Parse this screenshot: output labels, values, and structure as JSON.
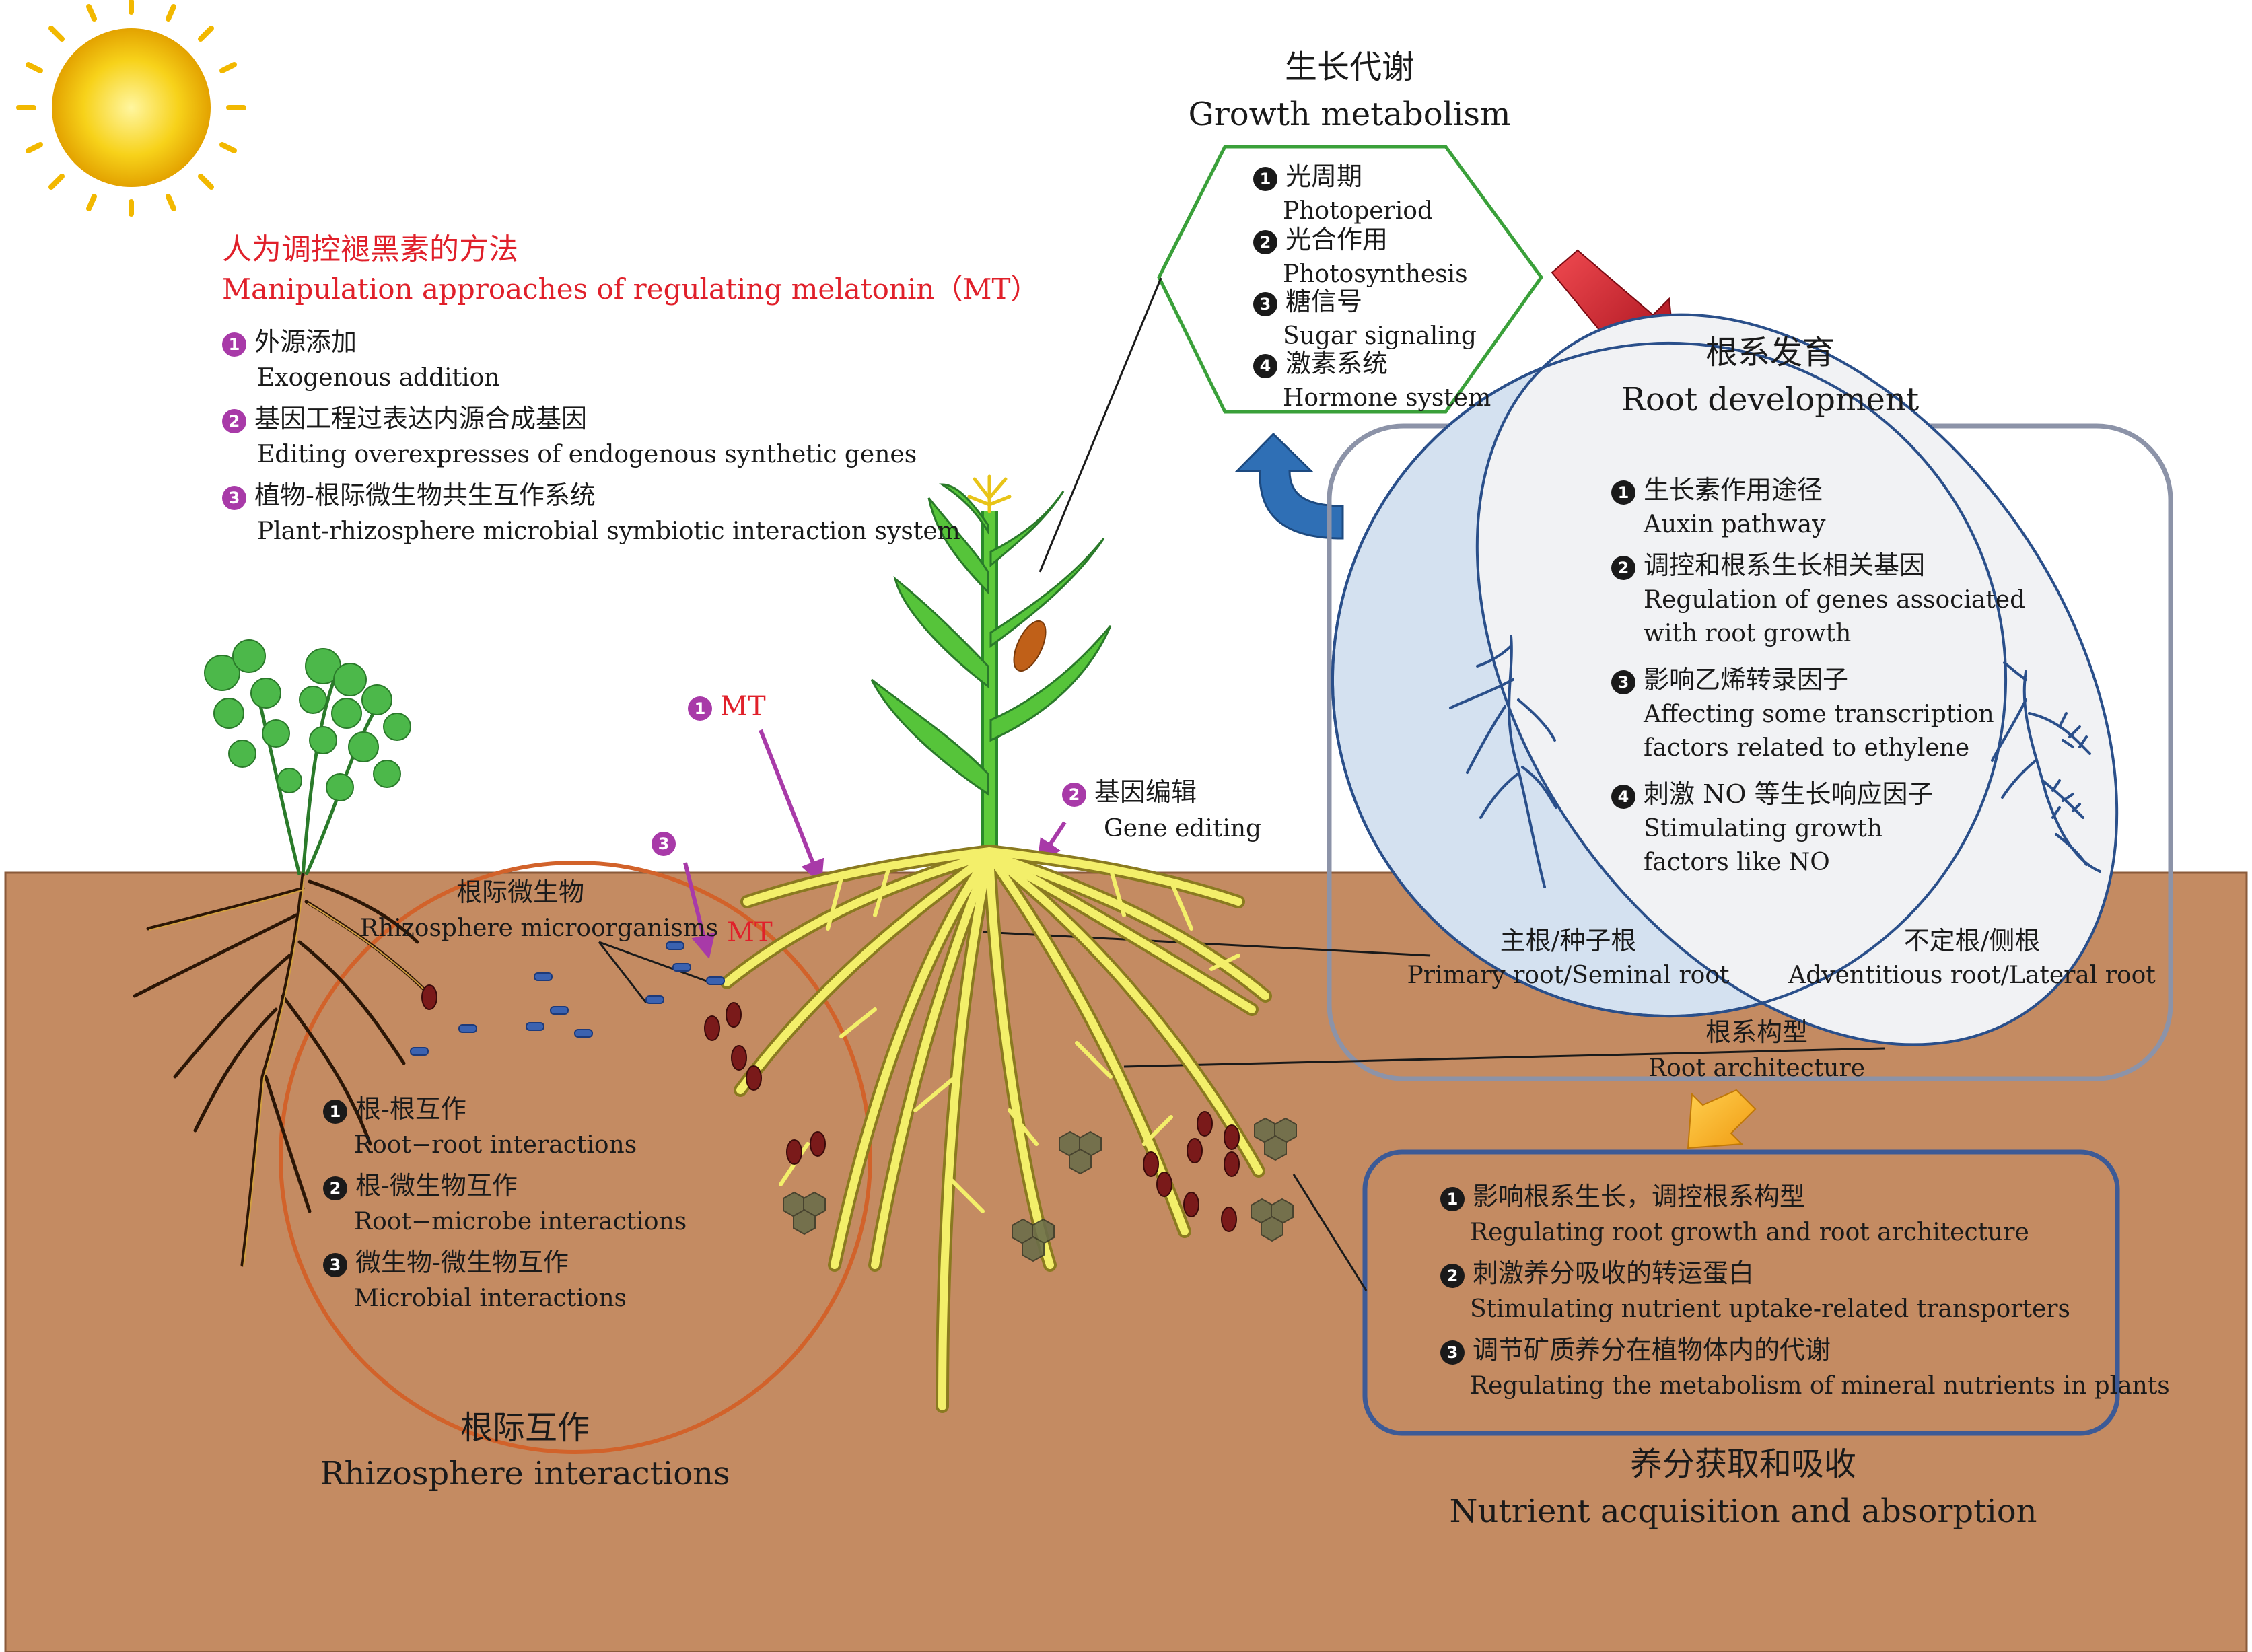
{
  "growth": {
    "title_cn": "生长代谢",
    "title_en": "Growth metabolism",
    "items": [
      {
        "num": "1",
        "cn": "光周期",
        "en": "Photoperiod"
      },
      {
        "num": "2",
        "cn": "光合作用",
        "en": "Photosynthesis"
      },
      {
        "num": "3",
        "cn": "糖信号",
        "en": "Sugar signaling"
      },
      {
        "num": "4",
        "cn": "激素系统",
        "en": "Hormone system"
      }
    ]
  },
  "manipulation": {
    "title_cn": "人为调控褪黑素的方法",
    "title_en": "Manipulation approaches of regulating melatonin（MT）",
    "items": [
      {
        "num": "1",
        "cn": "外源添加",
        "en": "Exogenous addition"
      },
      {
        "num": "2",
        "cn": "基因工程过表达内源合成基因",
        "en": "Editing overexpresses of endogenous synthetic genes"
      },
      {
        "num": "3",
        "cn": "植物-根际微生物共生互作系统",
        "en": "Plant-rhizosphere microbial symbiotic interaction system"
      }
    ]
  },
  "root_dev": {
    "title_cn": "根系发育",
    "title_en": "Root development",
    "items": [
      {
        "num": "1",
        "cn": "生长素作用途径",
        "en1": "Auxin pathway",
        "en2": ""
      },
      {
        "num": "2",
        "cn": "调控和根系生长相关基因",
        "en1": "Regulation of genes associated",
        "en2": "with root growth"
      },
      {
        "num": "3",
        "cn": "影响乙烯转录因子",
        "en1": "Affecting some transcription",
        "en2": "factors related to  ethylene"
      },
      {
        "num": "4",
        "cn": "刺激 NO 等生长响应因子",
        "en1": "Stimulating growth",
        "en2": "factors like NO"
      }
    ],
    "primary_cn": "主根/种子根",
    "primary_en": "Primary root/Seminal root",
    "adventitious_cn": "不定根/侧根",
    "adventitious_en": "Adventitious root/Lateral root",
    "architecture_cn": "根系构型",
    "architecture_en": "Root architecture"
  },
  "labels": {
    "mt1_num": "1",
    "mt1": "MT",
    "gene_num": "2",
    "gene_cn": "基因编辑",
    "gene_en": "Gene editing",
    "mt3_num": "3",
    "mt3": "MT",
    "microbe_cn": "根际微生物",
    "microbe_en": "Rhizosphere microorganisms"
  },
  "rhizosphere": {
    "title_cn": "根际互作",
    "title_en": "Rhizosphere interactions",
    "items": [
      {
        "num": "1",
        "cn": "根-根互作",
        "en": "Root−root interactions"
      },
      {
        "num": "2",
        "cn": "根-微生物互作",
        "en": "Root−microbe interactions"
      },
      {
        "num": "3",
        "cn": "微生物-微生物互作",
        "en": "Microbial interactions"
      }
    ]
  },
  "nutrient": {
    "title_cn": "养分获取和吸收",
    "title_en": "Nutrient acquisition and absorption",
    "items": [
      {
        "num": "1",
        "cn": "影响根系生长，调控根系构型",
        "en": "Regulating root growth and root architecture"
      },
      {
        "num": "2",
        "cn": "刺激养分吸收的转运蛋白",
        "en": "Stimulating nutrient uptake-related transporters"
      },
      {
        "num": "3",
        "cn": "调节矿质养分在植物体内的代谢",
        "en": "Regulating the metabolism of mineral nutrients in plants"
      }
    ]
  },
  "colors": {
    "soil": "#c48b62",
    "hexagon": "#3aa03a",
    "red_text": "#e0202a",
    "purple": "#a83aa8",
    "root_yellow": "#f3ef6a"
  }
}
